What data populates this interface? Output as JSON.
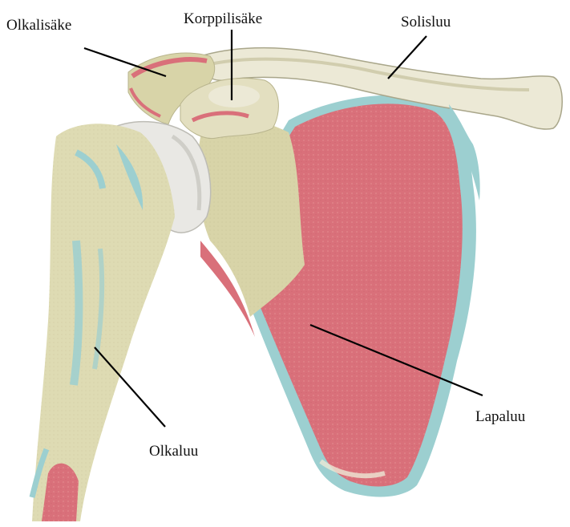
{
  "labels": {
    "acromion": "Olkalisäke",
    "coracoid": "Korppilisäke",
    "clavicle": "Solisluu",
    "scapula": "Lapaluu",
    "humerus": "Olkaluu"
  },
  "colors": {
    "muscle_red": "#d9707a",
    "bone_beige": "#d8d4a8",
    "bone_light": "#ece9d6",
    "cartilage_blue": "#9ccfd0",
    "leader_line": "#000000"
  }
}
